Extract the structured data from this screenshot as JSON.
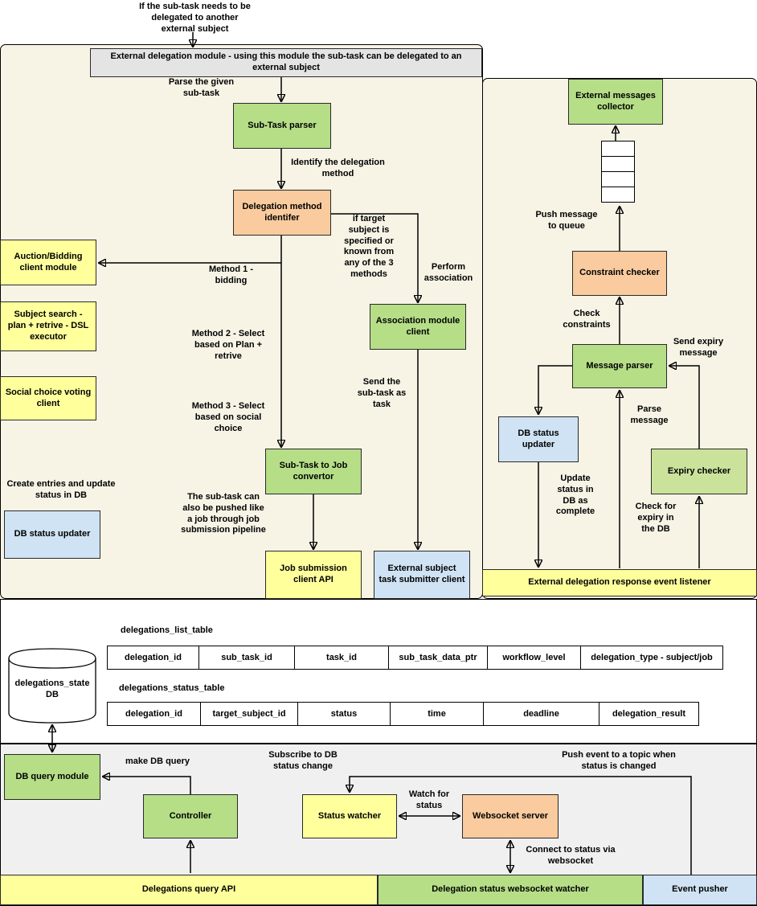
{
  "colors": {
    "green": "#b5de87",
    "lime": "#cbe29b",
    "orange": "#f9cb9e",
    "yellow": "#ffff9c",
    "blue": "#cfe3f4",
    "gray_title": "#e4e4e4",
    "panel_cream": "#f7f4e6",
    "panel_gray": "#f0f0f0"
  },
  "top_note": "If the sub-task needs to be\ndelegated to another\nexternal subject",
  "main": {
    "title": "External delegation module - using this module the sub-task can be delegated to an external subject",
    "nodes": {
      "subtask_parser": "Sub-Task parser",
      "delegation_identifier": "Delegation method\nidentifer",
      "auction_bidding": "Auction/Bidding\nclient module",
      "subject_search": "Subject search -\nplan + retrive - DSL\nexecutor",
      "social_choice": "Social choice voting\nclient",
      "association_client": "Association module\nclient",
      "subtask_to_job": "Sub-Task to Job\nconvertor",
      "db_status_updater": "DB status updater",
      "job_submission": "Job submission\nclient API",
      "ext_subject_submitter": "External subject\ntask submitter client"
    },
    "labels": {
      "parse_subtask": "Parse the given\nsub-task",
      "identify_method": "Identify the delegation\nmethod",
      "method1": "Method 1 -\nbidding",
      "if_target": "if target\nsubject is\nspecified or\nknown from\nany of the 3\nmethods",
      "perform_association": "Perform\nassociation",
      "method2": "Method 2 - Select\nbased on Plan +\nretrive",
      "send_subtask": "Send the\nsub-task as\ntask",
      "method3": "Method 3 - Select\nbased on social\nchoice",
      "create_entries": "Create entries and update\nstatus in DB",
      "subtask_pushed": "The sub-task can\nalso be pushed like\na job through job\nsubmission pipeline"
    }
  },
  "right": {
    "nodes": {
      "ext_messages_collector": "External messages\ncollector",
      "constraint_checker": "Constraint checker",
      "message_parser": "Message parser",
      "db_status_updater": "DB status\nupdater",
      "expiry_checker": "Expiry checker",
      "event_listener": "External delegation response event listener"
    },
    "labels": {
      "push_message": "Push message\nto queue",
      "check_constraints": "Check\nconstraints",
      "send_expiry": "Send expiry\nmessage",
      "parse_message": "Parse\nmessage",
      "update_status": "Update\nstatus in\nDB as\ncomplete",
      "check_expiry": "Check for\nexpiry in\nthe DB"
    }
  },
  "db": {
    "cylinder": "delegations_state\nDB",
    "list_table_label": "delegations_list_table",
    "status_table_label": "delegations_status_table",
    "list_cols": [
      "delegation_id",
      "sub_task_id",
      "task_id",
      "sub_task_data_ptr",
      "workflow_level",
      "delegation_type - subject/job"
    ],
    "status_cols": [
      "delegation_id",
      "target_subject_id",
      "status",
      "time",
      "deadline",
      "delegation_result"
    ]
  },
  "bottom": {
    "nodes": {
      "db_query_module": "DB query module",
      "controller": "Controller",
      "status_watcher": "Status watcher",
      "websocket_server": "Websocket server"
    },
    "labels": {
      "make_db_query": "make DB query",
      "subscribe": "Subscribe to DB\nstatus change",
      "push_event": "Push event to a topic when\nstatus is changed",
      "watch_for_status": "Watch for\nstatus",
      "connect_status": "Connect to status via\nwebsocket"
    },
    "bars": {
      "query_api": "Delegations query API",
      "ws_watcher": "Delegation status websocket watcher",
      "event_pusher": "Event pusher"
    }
  }
}
